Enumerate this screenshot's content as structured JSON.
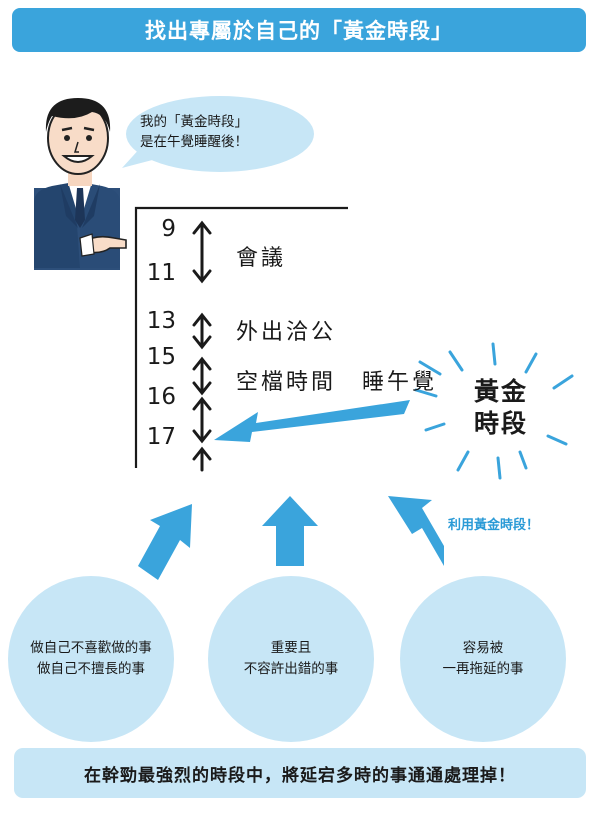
{
  "title": "找出專屬於自己的「黃金時段」",
  "speech_bubble": {
    "line1": "我的「黃金時段」",
    "line2": "是在午覺睡醒後！"
  },
  "timeline": {
    "hours": [
      "9",
      "11",
      "13",
      "15",
      "16",
      "17"
    ],
    "events": [
      {
        "label": "會議",
        "from": "9",
        "to": "11"
      },
      {
        "label": "外出洽公",
        "from": "13",
        "to": "15"
      },
      {
        "label": "空檔時間",
        "from": "15",
        "to": "16"
      },
      {
        "label": "睡午覺",
        "from": "15",
        "to": "16"
      }
    ]
  },
  "golden_time": {
    "line1": "黃金",
    "line2": "時段"
  },
  "use_golden_label": "利用黃金時段！",
  "circles": [
    {
      "line1": "做自己不喜歡做的事",
      "line2": "做自己不擅長的事"
    },
    {
      "line1": "重要且",
      "line2": "不容許出錯的事"
    },
    {
      "line1": "容易被",
      "line2": "一再拖延的事"
    }
  ],
  "conclusion": "在幹勁最強烈的時段中，將延宕多時的事通通處理掉！",
  "colors": {
    "accent_blue": "#3aa4dc",
    "light_blue": "#c7e6f6",
    "dark": "#1a1a1a"
  },
  "icons": [
    "businessman-illustration",
    "speech-bubble-icon",
    "up-arrow-icon",
    "double-arrow-icon",
    "pointer-arrow-icon",
    "sunburst-icon"
  ]
}
